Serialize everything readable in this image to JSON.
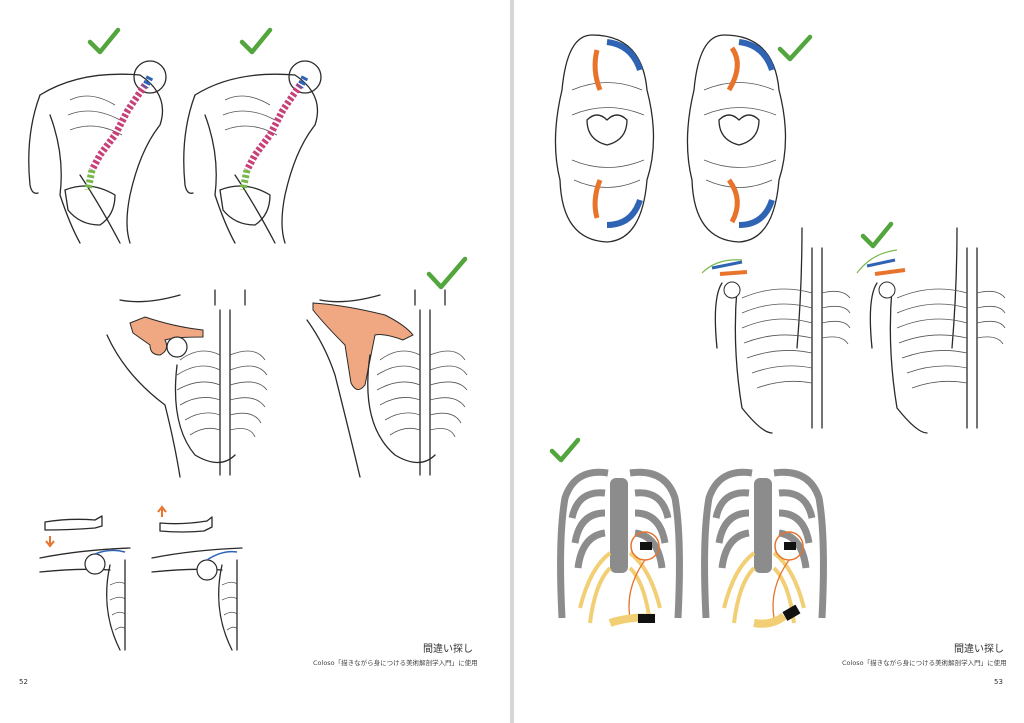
{
  "colors": {
    "check": "#53a63e",
    "orange_bone": "#f0a882",
    "orange_accent": "#e8742c",
    "blue_accent": "#2f63b4",
    "pink_spine": "#c8407a",
    "green_spine": "#78b84a",
    "rib_gray": "#8c8c8c",
    "cartilage_yellow": "#f2cf74"
  },
  "left_page": {
    "caption_title": "間違い探し",
    "caption_note": "Coloso「描きながら身につける美術解剖学入門」に使用",
    "page_number": "52",
    "icons": [
      "check-icon",
      "arrow-down-icon",
      "arrow-up-icon"
    ]
  },
  "right_page": {
    "caption_title": "間違い探し",
    "caption_note": "Coloso「描きながら身につける美術解剖学入門」に使用",
    "page_number": "53",
    "icons": [
      "check-icon",
      "curved-arrow-icon"
    ]
  }
}
